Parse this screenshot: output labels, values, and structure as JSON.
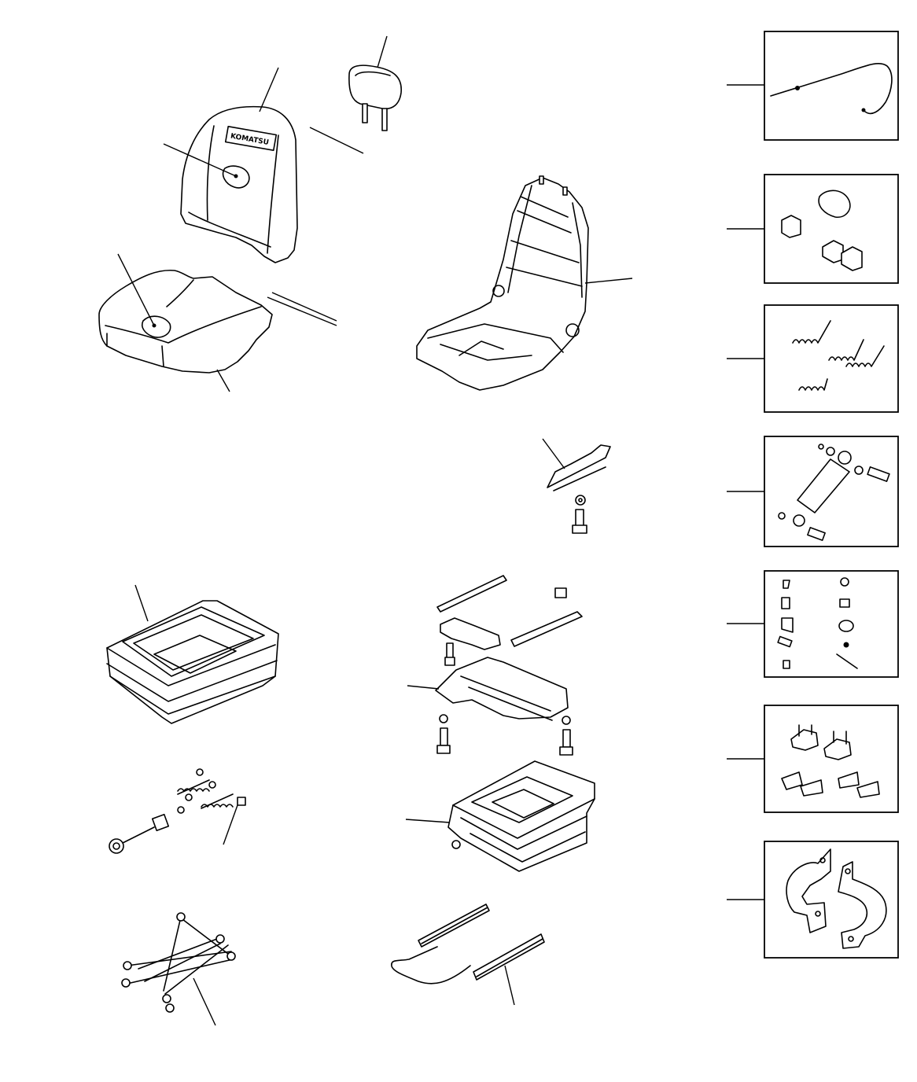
{
  "diagram": {
    "seat_back_logo": "KOMATSU",
    "parts": [
      "headrest",
      "seat-back-cover",
      "seat-cushion",
      "seat-frame",
      "cable-assembly",
      "cushion-stoppers",
      "tension-springs",
      "slide-bracket",
      "damper",
      "small-hardware",
      "pan-mounting-brackets",
      "seat-pan",
      "spring-knob-assembly",
      "mounting-rails",
      "suspension-base",
      "scissor-linkage",
      "slide-rails",
      "strap-brackets"
    ],
    "colors": {
      "line": "#000000",
      "background": "#ffffff"
    }
  }
}
